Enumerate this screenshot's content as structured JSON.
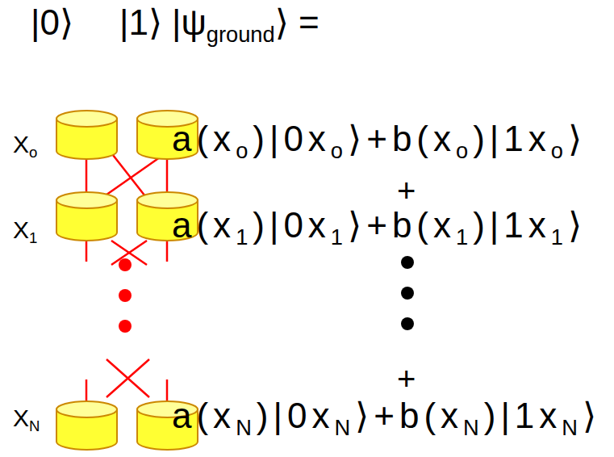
{
  "diagram": {
    "labels": [
      "|0⟩",
      "|1⟩",
      "|ψ",
      "ground",
      "⟩ =",
      "X",
      "o",
      "a(x",
      "o",
      ")|0x",
      "o",
      "⟩+b(x",
      "o",
      ")|1x",
      "o",
      "⟩",
      "+",
      "X",
      "1",
      "a(x",
      "1",
      ")|0x",
      "1",
      "⟩+b(x",
      "1",
      ")|1x",
      "1",
      "⟩",
      "+",
      "X",
      "N",
      "a(x",
      "N",
      ")|0x",
      "N",
      "⟩+b(x",
      "N",
      ")|1x",
      "N",
      "⟩"
    ]
  }
}
